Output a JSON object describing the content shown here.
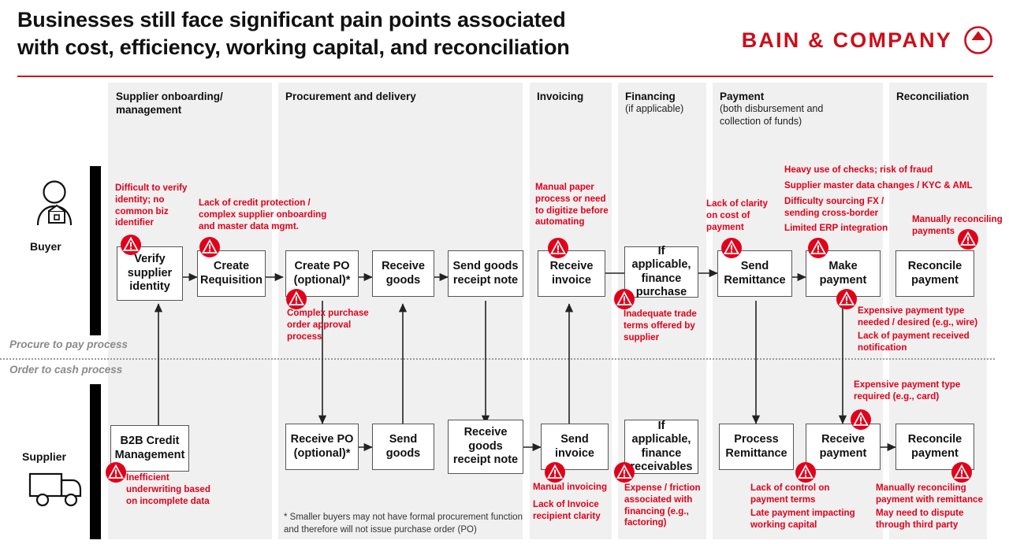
{
  "header": {
    "title_line1": "Businesses still face significant pain points associated",
    "title_line2": "with cost, efficiency, working capital, and reconciliation",
    "brand": "BAIN & COMPANY",
    "brand_color": "#cc0e1a",
    "logo_icon": "bain-circle-arrow-icon"
  },
  "columns": [
    {
      "id": "supplier-onboarding",
      "label": "Supplier onboarding/\nmanagement",
      "sub": ""
    },
    {
      "id": "procurement-delivery",
      "label": "Procurement and delivery",
      "sub": ""
    },
    {
      "id": "invoicing",
      "label": "Invoicing",
      "sub": ""
    },
    {
      "id": "financing",
      "label": "Financing",
      "sub": "(if applicable)"
    },
    {
      "id": "payment",
      "label": "Payment",
      "sub": "(both disbursement and\ncollection of funds)"
    },
    {
      "id": "reconciliation",
      "label": "Reconciliation",
      "sub": ""
    }
  ],
  "lanes": [
    {
      "id": "buyer",
      "label": "Buyer",
      "icon": "person-wallet-icon"
    },
    {
      "id": "supplier",
      "label": "Supplier",
      "icon": "truck-icon"
    }
  ],
  "process_dividers": [
    {
      "id": "procure-to-pay",
      "label": "Procure to pay process"
    },
    {
      "id": "order-to-cash",
      "label": "Order to cash process"
    }
  ],
  "buyer_nodes": [
    {
      "id": "verify-supplier-identity",
      "label": "Verify supplier identity"
    },
    {
      "id": "create-requisition",
      "label": "Create Requisition"
    },
    {
      "id": "create-po",
      "label": "Create PO (optional)*"
    },
    {
      "id": "receive-goods",
      "label": "Receive goods"
    },
    {
      "id": "send-goods-receipt-note",
      "label": "Send goods receipt note"
    },
    {
      "id": "receive-invoice",
      "label": "Receive invoice"
    },
    {
      "id": "finance-purchase",
      "label": "If applicable, finance purchase"
    },
    {
      "id": "send-remittance",
      "label": "Send Remittance"
    },
    {
      "id": "make-payment",
      "label": "Make payment"
    },
    {
      "id": "reconcile-payment-buyer",
      "label": "Reconcile payment"
    }
  ],
  "supplier_nodes": [
    {
      "id": "b2b-credit-management",
      "label": "B2B Credit Management"
    },
    {
      "id": "receive-po",
      "label": "Receive PO (optional)*"
    },
    {
      "id": "send-goods",
      "label": "Send goods"
    },
    {
      "id": "receive-goods-receipt-note",
      "label": "Receive goods receipt note"
    },
    {
      "id": "send-invoice",
      "label": "Send invoice"
    },
    {
      "id": "finance-receivables",
      "label": "If applicable, finance receivables"
    },
    {
      "id": "process-remittance",
      "label": "Process Remittance"
    },
    {
      "id": "receive-payment",
      "label": "Receive payment"
    },
    {
      "id": "reconcile-payment-supplier",
      "label": "Reconcile payment"
    }
  ],
  "pain_points": [
    {
      "id": "pp-verify-identity",
      "text": "Difficult to verify identity; no common biz identifier"
    },
    {
      "id": "pp-credit-protection",
      "text": "Lack of credit protection / complex supplier onboarding and master data mgmt."
    },
    {
      "id": "pp-po-approval",
      "text": "Complex purchase order approval process"
    },
    {
      "id": "pp-manual-paper",
      "text": "Manual paper process or need to digitize before automating"
    },
    {
      "id": "pp-trade-terms",
      "text": "Inadequate trade terms offered by supplier"
    },
    {
      "id": "pp-cost-clarity",
      "text": "Lack of clarity on cost of payment"
    },
    {
      "id": "pp-checks-fraud",
      "text": "Heavy use of checks; risk of fraud"
    },
    {
      "id": "pp-master-data-kyc",
      "text": "Supplier master data changes / KYC & AML"
    },
    {
      "id": "pp-fx-cross-border",
      "text": "Difficulty sourcing FX / sending cross-border"
    },
    {
      "id": "pp-erp-integration",
      "text": "Limited ERP integration"
    },
    {
      "id": "pp-manual-reconcile-buyer",
      "text": "Manually reconciling payments"
    },
    {
      "id": "pp-expensive-wire",
      "text": "Expensive payment type needed / desired (e.g., wire)"
    },
    {
      "id": "pp-no-notification",
      "text": "Lack of payment received notification"
    },
    {
      "id": "pp-expensive-card",
      "text": "Expensive payment type required (e.g., card)"
    },
    {
      "id": "pp-underwriting",
      "text": "Inefficient underwriting based on incomplete data"
    },
    {
      "id": "pp-manual-invoicing",
      "text": "Manual invoicing"
    },
    {
      "id": "pp-invoice-recipient",
      "text": "Lack of Invoice recipient clarity"
    },
    {
      "id": "pp-factoring",
      "text": "Expense / friction associated with financing (e.g., factoring)"
    },
    {
      "id": "pp-payment-terms",
      "text": "Lack of control on payment terms"
    },
    {
      "id": "pp-late-payment",
      "text": "Late payment impacting working capital"
    },
    {
      "id": "pp-manual-reconcile-supplier",
      "text": "Manually reconciling payment with remittance"
    },
    {
      "id": "pp-dispute-third-party",
      "text": "May need to dispute through third party"
    }
  ],
  "footnote": {
    "id": "po-footnote",
    "text": "* Smaller buyers may not have formal procurement function and therefore will not issue purchase order (PO)"
  },
  "colors": {
    "accent_red": "#e1001a",
    "brand_red": "#cc0e1a",
    "band_gray": "#f0f0f0",
    "divider_gray": "#9a9a9a",
    "lane_black": "#000000"
  }
}
